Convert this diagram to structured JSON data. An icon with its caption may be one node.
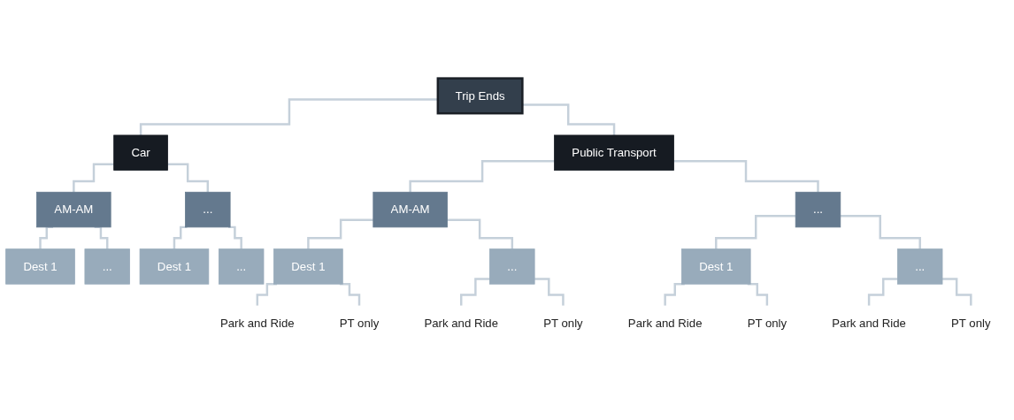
{
  "diagram": {
    "nodes": [
      {
        "text": [
          "Trip Ends"
        ]
      },
      {
        "text": [
          "Car"
        ]
      },
      {
        "text": [
          "Public Transport"
        ]
      },
      {
        "text": [
          "AM-AM"
        ]
      },
      {
        "text": [
          "..."
        ]
      },
      {
        "text": [
          "Dest 1"
        ]
      },
      {
        "text": [
          "..."
        ]
      },
      {
        "text": [
          "Dest 1"
        ]
      },
      {
        "text": [
          "..."
        ]
      },
      {
        "text": [
          "AM-AM"
        ]
      },
      {
        "text": [
          "..."
        ]
      },
      {
        "text": [
          "Dest 1"
        ]
      },
      {
        "text": [
          "..."
        ]
      },
      {
        "text": [
          "Dest 1"
        ]
      },
      {
        "text": [
          "..."
        ]
      },
      {
        "text": [
          "Park and Ride"
        ]
      },
      {
        "text": [
          "PT only"
        ]
      },
      {
        "text": [
          "Park and Ride"
        ]
      },
      {
        "text": [
          "PT only"
        ]
      },
      {
        "text": [
          "Park and Ride"
        ]
      },
      {
        "text": [
          "PT only"
        ]
      },
      {
        "text": [
          "Park and Ride"
        ]
      },
      {
        "text": [
          "PT only"
        ]
      }
    ],
    "edges": [
      {
        "from": 0,
        "to": 1,
        "arrow": "none"
      },
      {
        "from": 0,
        "to": 2,
        "arrow": "none"
      },
      {
        "from": 1,
        "to": 3,
        "arrow": "none"
      },
      {
        "from": 1,
        "to": 4,
        "arrow": "none"
      },
      {
        "from": 3,
        "to": 5,
        "arrow": "none"
      },
      {
        "from": 3,
        "to": 6,
        "arrow": "none"
      },
      {
        "from": 4,
        "to": 7,
        "arrow": "none"
      },
      {
        "from": 4,
        "to": 8,
        "arrow": "none"
      },
      {
        "from": 2,
        "to": 9,
        "arrow": "none"
      },
      {
        "from": 2,
        "to": 10,
        "arrow": "none"
      },
      {
        "from": 9,
        "to": 11,
        "arrow": "none"
      },
      {
        "from": 9,
        "to": 12,
        "arrow": "none"
      },
      {
        "from": 10,
        "to": 13,
        "arrow": "none"
      },
      {
        "from": 10,
        "to": 14,
        "arrow": "none"
      },
      {
        "from": 11,
        "to": 15,
        "arrow": "none"
      },
      {
        "from": 11,
        "to": 16,
        "arrow": "none"
      },
      {
        "from": 12,
        "to": 17,
        "arrow": "none"
      },
      {
        "from": 12,
        "to": 18,
        "arrow": "none"
      },
      {
        "from": 13,
        "to": 19,
        "arrow": "none"
      },
      {
        "from": 13,
        "to": 20,
        "arrow": "none"
      },
      {
        "from": 14,
        "to": 21,
        "arrow": "none"
      },
      {
        "from": 14,
        "to": 22,
        "arrow": "none"
      }
    ]
  }
}
